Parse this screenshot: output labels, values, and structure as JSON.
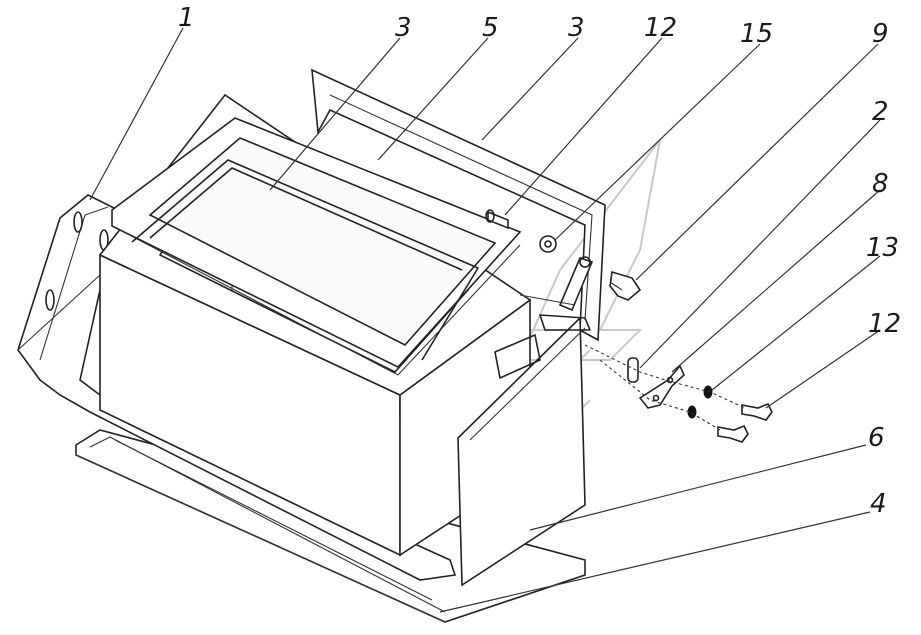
{
  "callouts": [
    {
      "id": "c1",
      "label": "1"
    },
    {
      "id": "c3a",
      "label": "3"
    },
    {
      "id": "c5",
      "label": "5"
    },
    {
      "id": "c3b",
      "label": "3"
    },
    {
      "id": "c12a",
      "label": "12"
    },
    {
      "id": "c15",
      "label": "15"
    },
    {
      "id": "c9",
      "label": "9"
    },
    {
      "id": "c2",
      "label": "2"
    },
    {
      "id": "c8",
      "label": "8"
    },
    {
      "id": "c13",
      "label": "13"
    },
    {
      "id": "c12b",
      "label": "12"
    },
    {
      "id": "c6",
      "label": "6"
    },
    {
      "id": "c4",
      "label": "4"
    }
  ]
}
